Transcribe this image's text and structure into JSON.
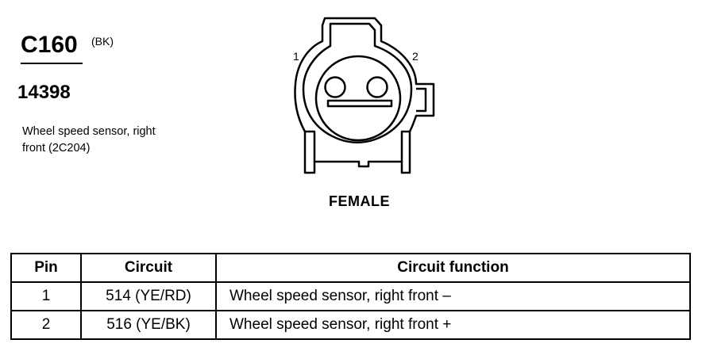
{
  "connector": {
    "id": "C160",
    "color_code": "(BK)",
    "part_number": "14398",
    "description_line1": "Wheel speed sensor, right",
    "description_line2": "front (2C204)",
    "pin_label_1": "1",
    "pin_label_2": "2",
    "gender": "FEMALE"
  },
  "table": {
    "headers": [
      "Pin",
      "Circuit",
      "Circuit function"
    ],
    "rows": [
      {
        "pin": "1",
        "circuit": "514 (YE/RD)",
        "function": "Wheel speed sensor, right front  –"
      },
      {
        "pin": "2",
        "circuit": "516 (YE/BK)",
        "function": "Wheel speed sensor, right front  +"
      }
    ]
  }
}
